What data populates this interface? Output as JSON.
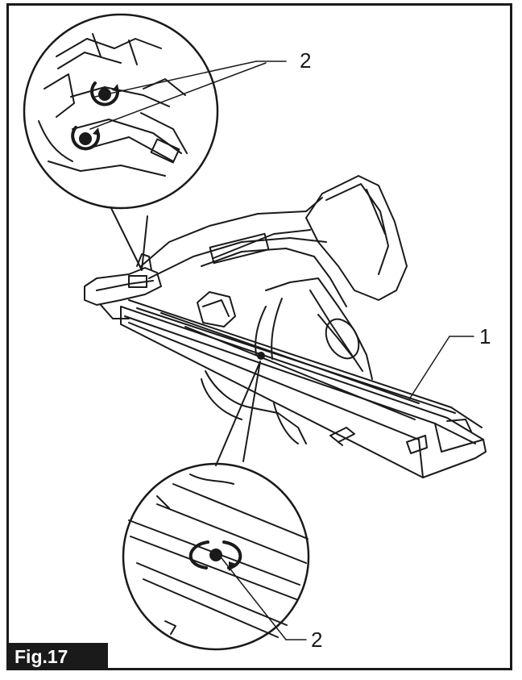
{
  "figure": {
    "label": "Fig.17"
  },
  "callouts": {
    "magazine": "1",
    "screws_top": "2",
    "screw_bottom": "2"
  },
  "icons": [
    "tool-illustration",
    "rotate-arrow-icon",
    "screw-icon"
  ],
  "colors": {
    "line": "#1a1a1a",
    "background": "#ffffff",
    "label_background": "#1a1a1a",
    "label_text": "#ffffff"
  }
}
